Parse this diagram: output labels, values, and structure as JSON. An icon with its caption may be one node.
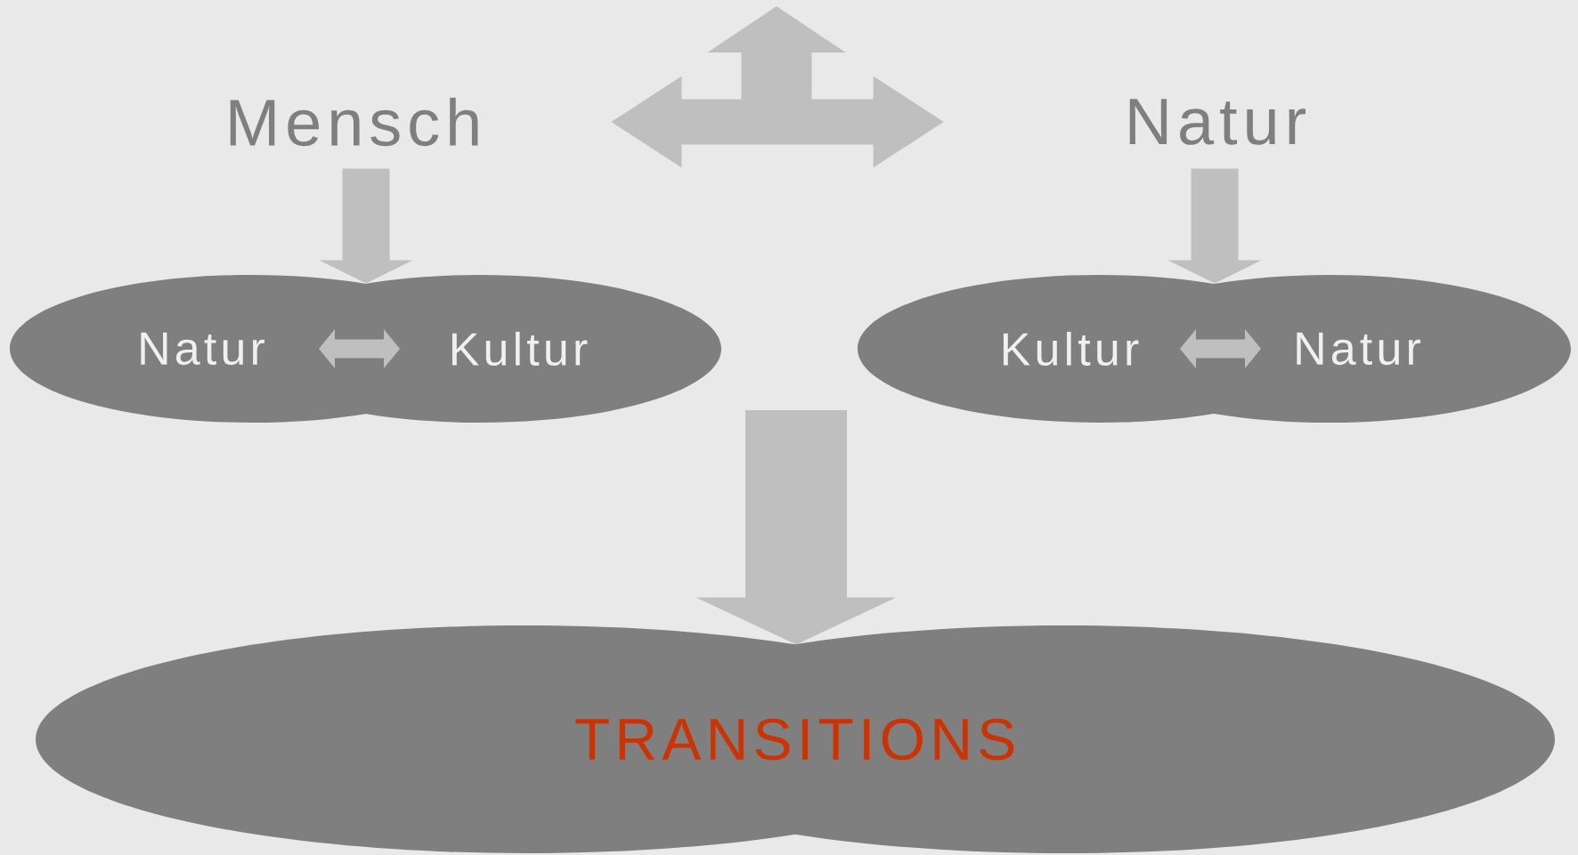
{
  "diagram": {
    "nodes": [
      {
        "text": [
          "Mensch"
        ]
      },
      {
        "text": [
          "Natur"
        ]
      },
      {
        "text": [],
        "shape": "ellipse"
      },
      {
        "text": [
          "Natur"
        ],
        "in": 2
      },
      {
        "text": [
          "Kultur"
        ],
        "in": 2
      },
      {
        "text": [],
        "shape": "ellipse"
      },
      {
        "text": [
          "Kultur"
        ],
        "in": 5
      },
      {
        "text": [
          "Natur"
        ],
        "in": 5
      },
      {
        "text": [
          "TRANSITIONS"
        ]
      }
    ],
    "edges": [
      {
        "from": 0,
        "to": 1,
        "arrow": "both"
      },
      {
        "from": 0,
        "to": 2,
        "arrow": "to"
      },
      {
        "from": 3,
        "to": 4,
        "arrow": "both"
      },
      {
        "from": 1,
        "to": 5,
        "arrow": "to"
      },
      {
        "from": 6,
        "to": 7,
        "arrow": "both"
      },
      {
        "from": null,
        "to": 8,
        "arrow": "to",
        "style": "thick"
      }
    ]
  }
}
